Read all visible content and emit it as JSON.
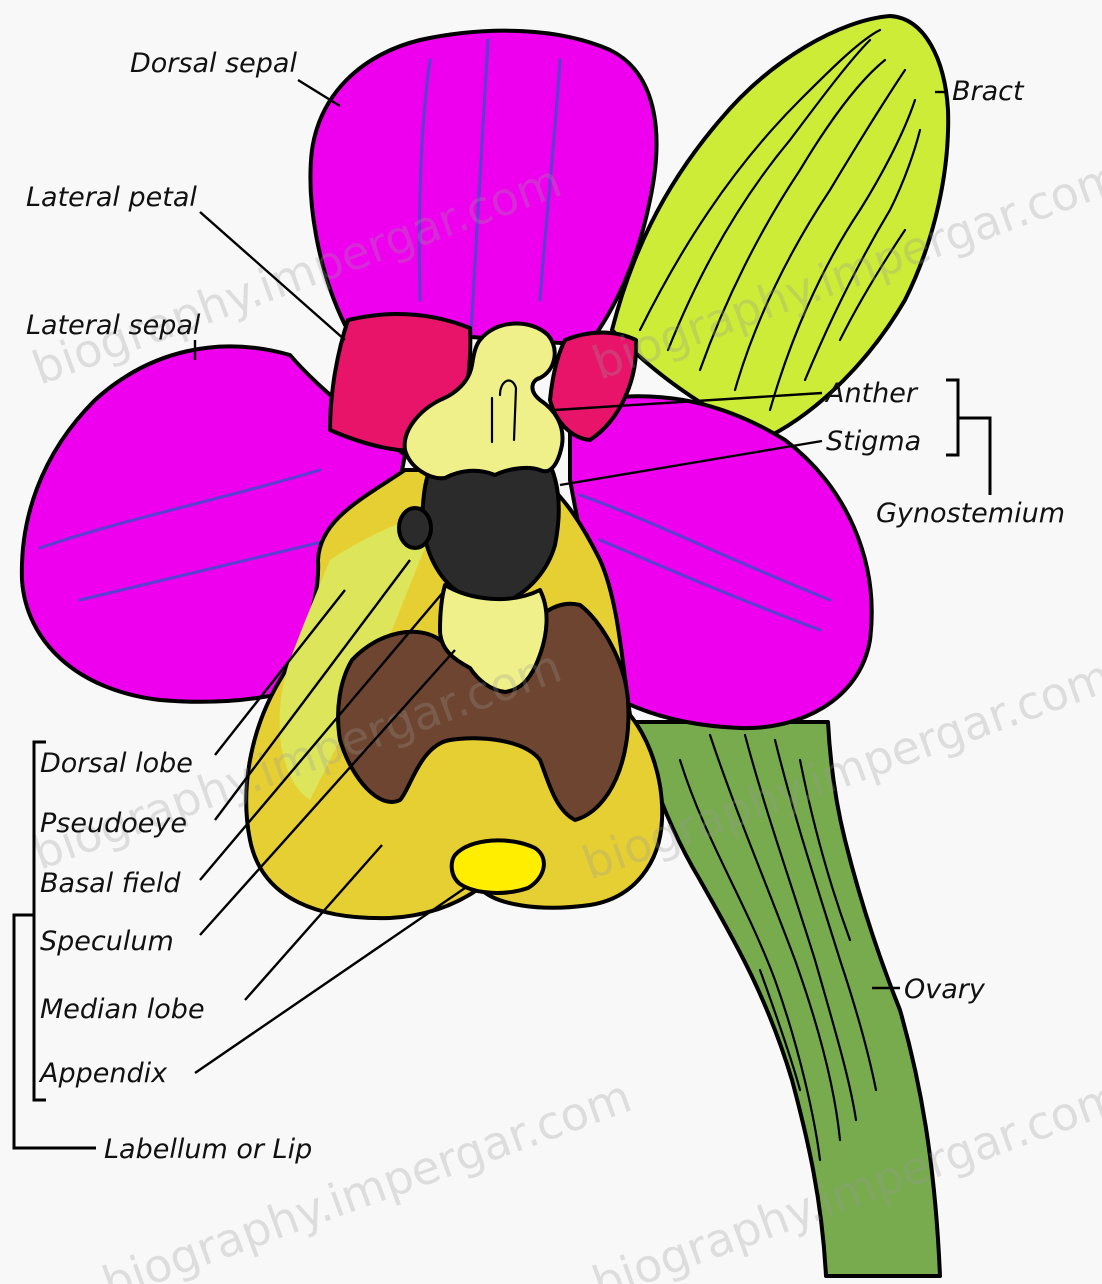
{
  "diagram": {
    "labels": {
      "dorsal_sepal": "Dorsal sepal",
      "bract": "Bract",
      "lateral_petal": "Lateral petal",
      "lateral_sepal": "Lateral sepal",
      "anther": "Anther",
      "stigma": "Stigma",
      "gynostemium": "Gynostemium",
      "dorsal_lobe": "Dorsal lobe",
      "pseudoeye": "Pseudoeye",
      "basal_field": "Basal field",
      "speculum": "Speculum",
      "median_lobe": "Median lobe",
      "appendix": "Appendix",
      "labellum": "Labellum or Lip",
      "ovary": "Ovary"
    },
    "watermark": "biography.impergar.com",
    "colors": {
      "sepal": "#ee00ee",
      "petal": "#e8146a",
      "bract": "#ccec38",
      "labellum": "#e6cf32",
      "labellum_light": "#dde65a",
      "basal_field": "#6e4530",
      "pseudoeye": "#2b2b2b",
      "column": "#f0f08a",
      "appendix": "#ffee00",
      "ovary": "#78aa4e"
    }
  }
}
